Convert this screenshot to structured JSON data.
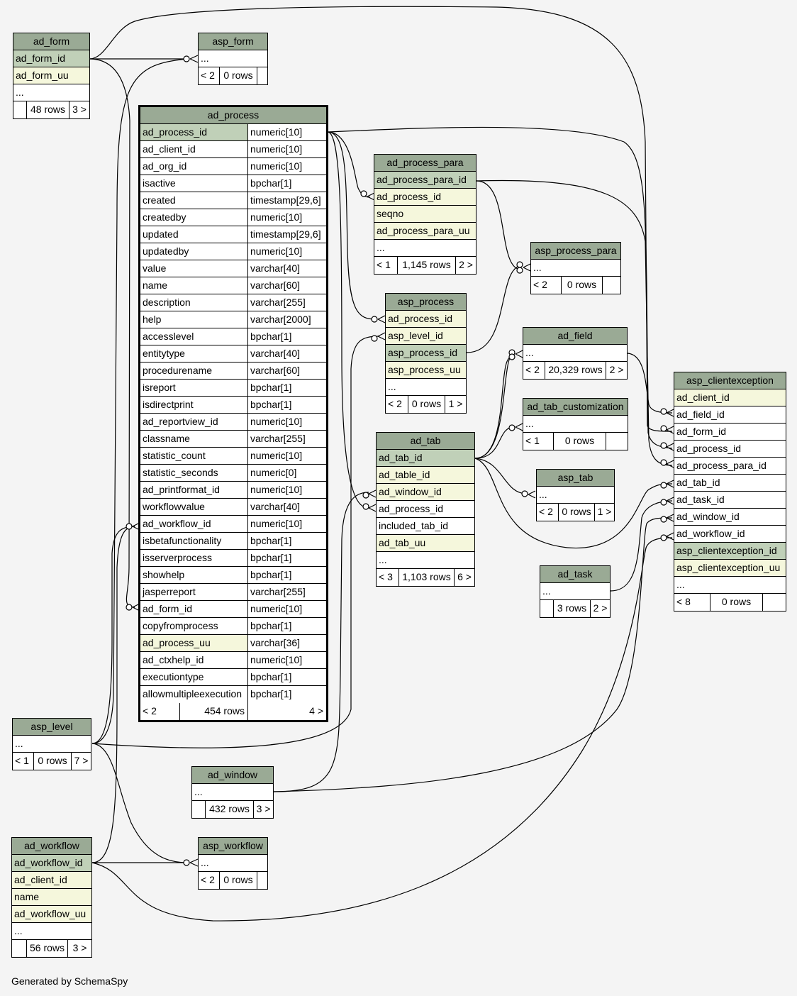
{
  "footer": {
    "generated_by": "Generated by SchemaSpy"
  },
  "tables": {
    "ad_form": {
      "name": "ad_form",
      "columns": [
        "ad_form_id",
        "ad_form_uu",
        "..."
      ],
      "rows": "48 rows",
      "left": "",
      "right": "3 >"
    },
    "asp_form": {
      "name": "asp_form",
      "columns": [
        "..."
      ],
      "rows": "0 rows",
      "left": "< 2",
      "right": ""
    },
    "ad_process": {
      "name": "ad_process",
      "columns": [
        {
          "name": "ad_process_id",
          "type": "numeric[10]",
          "key": "pk"
        },
        {
          "name": "ad_client_id",
          "type": "numeric[10]"
        },
        {
          "name": "ad_org_id",
          "type": "numeric[10]"
        },
        {
          "name": "isactive",
          "type": "bpchar[1]"
        },
        {
          "name": "created",
          "type": "timestamp[29,6]"
        },
        {
          "name": "createdby",
          "type": "numeric[10]"
        },
        {
          "name": "updated",
          "type": "timestamp[29,6]"
        },
        {
          "name": "updatedby",
          "type": "numeric[10]"
        },
        {
          "name": "value",
          "type": "varchar[40]"
        },
        {
          "name": "name",
          "type": "varchar[60]"
        },
        {
          "name": "description",
          "type": "varchar[255]"
        },
        {
          "name": "help",
          "type": "varchar[2000]"
        },
        {
          "name": "accesslevel",
          "type": "bpchar[1]"
        },
        {
          "name": "entitytype",
          "type": "varchar[40]"
        },
        {
          "name": "procedurename",
          "type": "varchar[60]"
        },
        {
          "name": "isreport",
          "type": "bpchar[1]"
        },
        {
          "name": "isdirectprint",
          "type": "bpchar[1]"
        },
        {
          "name": "ad_reportview_id",
          "type": "numeric[10]"
        },
        {
          "name": "classname",
          "type": "varchar[255]"
        },
        {
          "name": "statistic_count",
          "type": "numeric[10]"
        },
        {
          "name": "statistic_seconds",
          "type": "numeric[0]"
        },
        {
          "name": "ad_printformat_id",
          "type": "numeric[10]"
        },
        {
          "name": "workflowvalue",
          "type": "varchar[40]"
        },
        {
          "name": "ad_workflow_id",
          "type": "numeric[10]"
        },
        {
          "name": "isbetafunctionality",
          "type": "bpchar[1]"
        },
        {
          "name": "isserverprocess",
          "type": "bpchar[1]"
        },
        {
          "name": "showhelp",
          "type": "bpchar[1]"
        },
        {
          "name": "jasperreport",
          "type": "varchar[255]"
        },
        {
          "name": "ad_form_id",
          "type": "numeric[10]"
        },
        {
          "name": "copyfromprocess",
          "type": "bpchar[1]"
        },
        {
          "name": "ad_process_uu",
          "type": "varchar[36]",
          "key": "idx"
        },
        {
          "name": "ad_ctxhelp_id",
          "type": "numeric[10]"
        },
        {
          "name": "executiontype",
          "type": "bpchar[1]"
        },
        {
          "name": "allowmultipleexecution",
          "type": "bpchar[1]"
        }
      ],
      "rows": "454 rows",
      "left": "< 2",
      "right": "4 >"
    },
    "ad_process_para": {
      "name": "ad_process_para",
      "columns": [
        "ad_process_para_id",
        "ad_process_id",
        "seqno",
        "ad_process_para_uu",
        "..."
      ],
      "rows": "1,145 rows",
      "left": "< 1",
      "right": "2 >"
    },
    "asp_process_para": {
      "name": "asp_process_para",
      "columns": [
        "..."
      ],
      "rows": "0 rows",
      "left": "< 2",
      "right": ""
    },
    "asp_process": {
      "name": "asp_process",
      "columns": [
        "ad_process_id",
        "asp_level_id",
        "asp_process_id",
        "asp_process_uu",
        "..."
      ],
      "rows": "0 rows",
      "left": "< 2",
      "right": "1 >"
    },
    "ad_field": {
      "name": "ad_field",
      "columns": [
        "..."
      ],
      "rows": "20,329 rows",
      "left": "< 2",
      "right": "2 >"
    },
    "ad_tab_customization": {
      "name": "ad_tab_customization",
      "columns": [
        "..."
      ],
      "rows": "0 rows",
      "left": "< 1",
      "right": ""
    },
    "asp_tab": {
      "name": "asp_tab",
      "columns": [
        "..."
      ],
      "rows": "0 rows",
      "left": "< 2",
      "right": "1 >"
    },
    "ad_tab": {
      "name": "ad_tab",
      "columns": [
        "ad_tab_id",
        "ad_table_id",
        "ad_window_id",
        "ad_process_id",
        "included_tab_id",
        "ad_tab_uu",
        "..."
      ],
      "rows": "1,103 rows",
      "left": "< 3",
      "right": "6 >"
    },
    "ad_task": {
      "name": "ad_task",
      "columns": [
        "..."
      ],
      "rows": "3 rows",
      "left": "",
      "right": "2 >"
    },
    "asp_clientexception": {
      "name": "asp_clientexception",
      "columns": [
        "ad_client_id",
        "ad_field_id",
        "ad_form_id",
        "ad_process_id",
        "ad_process_para_id",
        "ad_tab_id",
        "ad_task_id",
        "ad_window_id",
        "ad_workflow_id",
        "asp_clientexception_id",
        "asp_clientexception_uu",
        "..."
      ],
      "rows": "0 rows",
      "left": "< 8",
      "right": ""
    },
    "asp_level": {
      "name": "asp_level",
      "columns": [
        "..."
      ],
      "rows": "0 rows",
      "left": "< 1",
      "right": "7 >"
    },
    "ad_window": {
      "name": "ad_window",
      "columns": [
        "..."
      ],
      "rows": "432 rows",
      "left": "",
      "right": "3 >"
    },
    "asp_workflow": {
      "name": "asp_workflow",
      "columns": [
        "..."
      ],
      "rows": "0 rows",
      "left": "< 2",
      "right": ""
    },
    "ad_workflow": {
      "name": "ad_workflow",
      "columns": [
        "ad_workflow_id",
        "ad_client_id",
        "name",
        "ad_workflow_uu",
        "..."
      ],
      "rows": "56 rows",
      "left": "",
      "right": "3 >"
    }
  }
}
